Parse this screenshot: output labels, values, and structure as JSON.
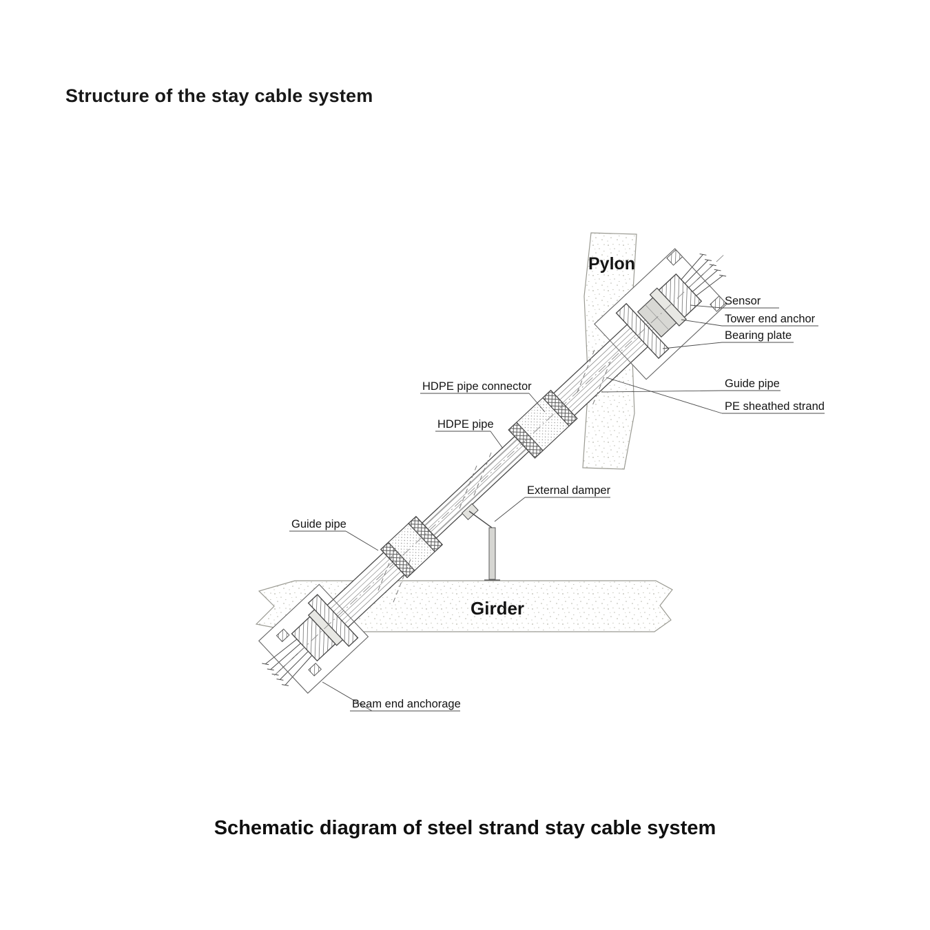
{
  "page": {
    "heading": "Structure of the stay cable system",
    "caption": "Schematic diagram of steel strand stay cable system"
  },
  "diagram": {
    "type": "technical-schematic",
    "structures": {
      "pylon": "Pylon",
      "girder": "Girder"
    },
    "part_labels": {
      "sensor": "Sensor",
      "tower_end_anchor": "Tower end anchor",
      "bearing_plate": "Bearing plate",
      "guide_pipe_upper": "Guide pipe",
      "pe_sheathed_strand": "PE sheathed strand",
      "hdpe_pipe_connector": "HDPE pipe connector",
      "hdpe_pipe": "HDPE pipe",
      "external_damper": "External damper",
      "guide_pipe_lower": "Guide pipe",
      "beam_end_anchorage": "Beam end anchorage"
    },
    "colors": {
      "ink": "#141414",
      "line": "#4a4a4a",
      "concrete_speck": "#b4b4aa",
      "metal_fill": "#d8d8d4"
    }
  }
}
